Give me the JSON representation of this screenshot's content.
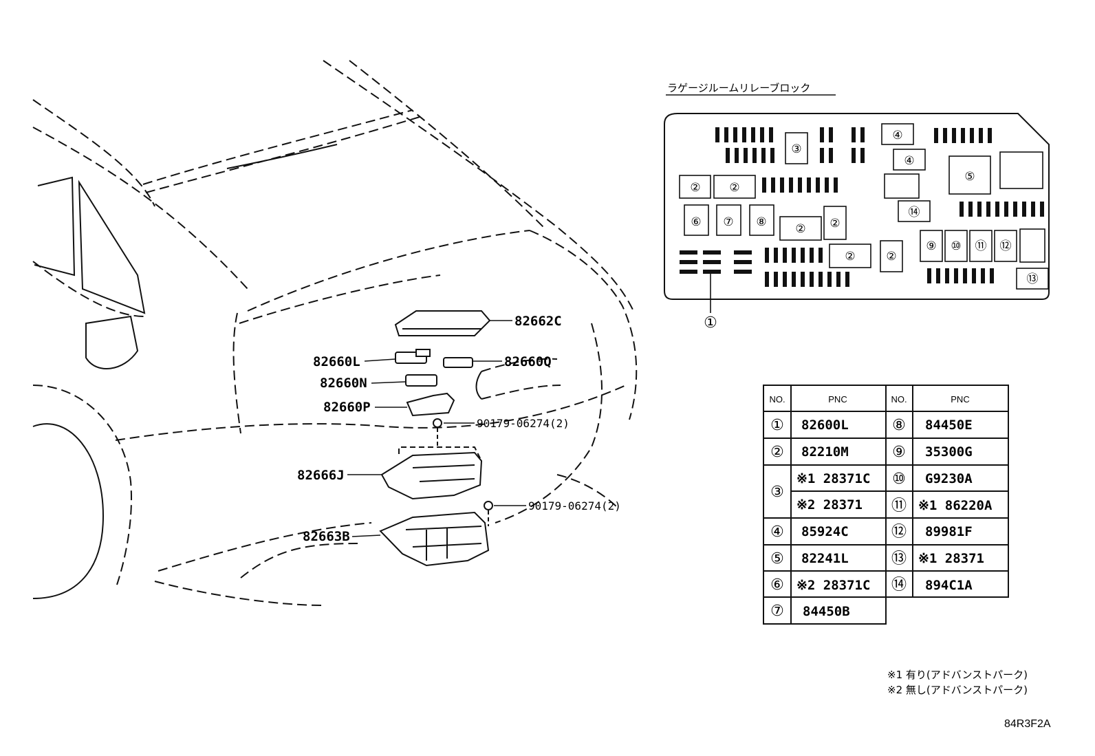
{
  "relay_block": {
    "title": "ラゲージルームリレーブロック",
    "positions": [
      "②",
      "③",
      "④",
      "⑤",
      "⑥",
      "⑦",
      "⑧",
      "⑨",
      "⑩",
      "⑪",
      "⑫",
      "⑬",
      "⑭"
    ],
    "leader_ref": "①"
  },
  "callouts": {
    "p82662C": "82662C",
    "p82660L": "82660L",
    "p82660Q": "82660Q",
    "p82660N": "82660N",
    "p82660P": "82660P",
    "nut1": "90179-06274(2)",
    "p82666J": "82666J",
    "nut2": "90179-06274(2)",
    "p82663B": "82663B"
  },
  "table": {
    "headers": [
      "NO.",
      "PNC",
      "NO.",
      "PNC"
    ],
    "left": [
      {
        "no": "①",
        "pnc": "82600L"
      },
      {
        "no": "②",
        "pnc": "82210M"
      },
      {
        "no": "③",
        "pnc": "※1 28371C"
      },
      {
        "no": "",
        "pnc": "※2 28371"
      },
      {
        "no": "④",
        "pnc": "85924C"
      },
      {
        "no": "⑤",
        "pnc": "82241L"
      },
      {
        "no": "⑥",
        "pnc": "※2 28371C"
      },
      {
        "no": "⑦",
        "pnc": "84450B"
      }
    ],
    "right": [
      {
        "no": "⑧",
        "pnc": "84450E"
      },
      {
        "no": "⑨",
        "pnc": "35300G"
      },
      {
        "no": "⑩",
        "pnc": "G9230A"
      },
      {
        "no": "⑪",
        "pnc": "※1 86220A"
      },
      {
        "no": "⑫",
        "pnc": "89981F"
      },
      {
        "no": "⑬",
        "pnc": "※1 28371"
      },
      {
        "no": "⑭",
        "pnc": "894C1A"
      }
    ]
  },
  "notes": [
    "※1 有り(アドバンストパーク)",
    "※2 無し(アドバンストパーク)"
  ],
  "figure_code": "84R3F2A"
}
